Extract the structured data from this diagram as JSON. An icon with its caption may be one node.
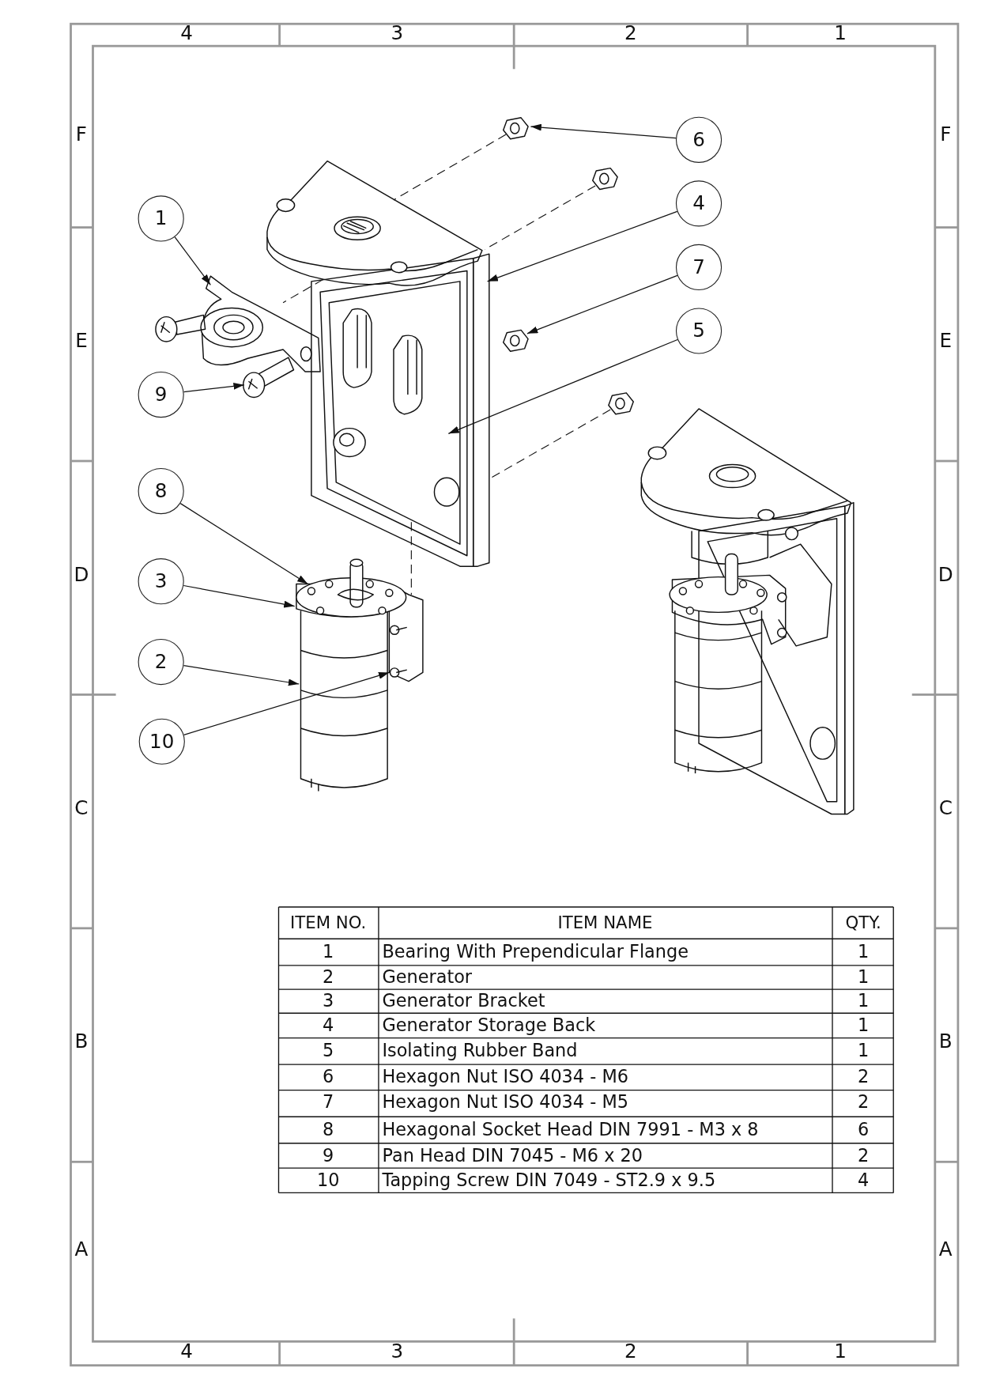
{
  "diagram": {
    "nodes": [
      {
        "text": [
          "1"
        ]
      },
      {
        "text": [
          "9"
        ]
      },
      {
        "text": [
          "8"
        ]
      },
      {
        "text": [
          "3"
        ]
      },
      {
        "text": [
          "2"
        ]
      },
      {
        "text": [
          "10"
        ]
      },
      {
        "text": [
          "6"
        ]
      },
      {
        "text": [
          "4"
        ]
      },
      {
        "text": [
          "7"
        ]
      },
      {
        "text": [
          "5"
        ]
      }
    ],
    "edges": [
      {
        "from": 0,
        "to": null,
        "arrow": "to"
      },
      {
        "from": 1,
        "to": null,
        "arrow": "to"
      },
      {
        "from": 2,
        "to": null,
        "arrow": "to"
      },
      {
        "from": 3,
        "to": null,
        "arrow": "to"
      },
      {
        "from": 4,
        "to": null,
        "arrow": "to"
      },
      {
        "from": 5,
        "to": null,
        "arrow": "to"
      },
      {
        "from": 6,
        "to": null,
        "arrow": "to"
      },
      {
        "from": 7,
        "to": null,
        "arrow": "to"
      },
      {
        "from": 8,
        "to": null,
        "arrow": "to"
      },
      {
        "from": 9,
        "to": null,
        "arrow": "to"
      }
    ],
    "labels": [
      "4",
      "3",
      "2",
      "1",
      "F",
      "F",
      "E",
      "E",
      "D",
      "D",
      "C",
      "C",
      "B",
      "B",
      "A",
      "A",
      "ITEM NO.",
      "ITEM NAME",
      "QTY.",
      "1",
      "Bearing With Prependicular Flange",
      "1",
      "2",
      "Generator",
      "1",
      "3",
      "Generator Bracket",
      "1",
      "4",
      "Generator Storage Back",
      "1",
      "5",
      "Isolating Rubber Band",
      "1",
      "6",
      "Hexagon Nut ISO 4034 - M6",
      "2",
      "7",
      "Hexagon Nut ISO 4034 - M5",
      "2",
      "8",
      "Hexagonal Socket Head DIN 7991 - M3 x 8",
      "6",
      "9",
      "Pan Head DIN 7045 - M6 x 20",
      "2",
      "10",
      "Tapping Screw DIN 7049 - ST2.9 x 9.5",
      "4",
      "4",
      "3",
      "2",
      "1"
    ]
  }
}
